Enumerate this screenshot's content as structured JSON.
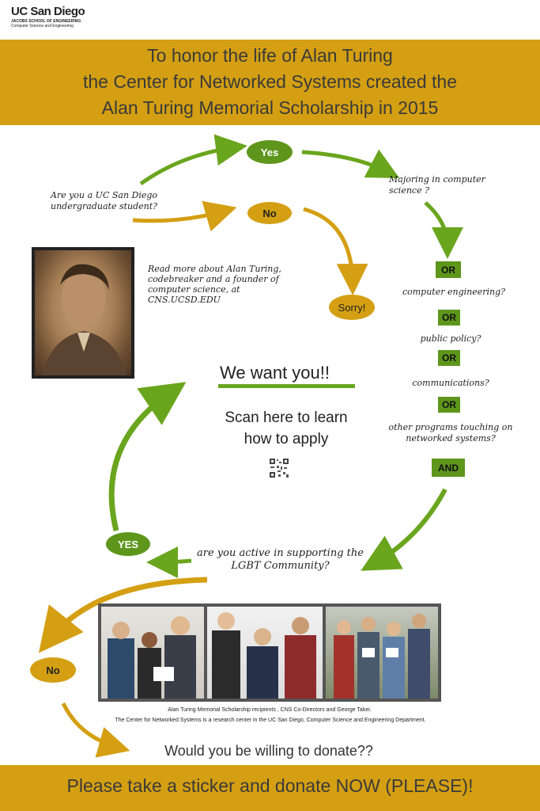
{
  "logo": {
    "name": "UC San Diego",
    "school": "JACOBS SCHOOL OF ENGINEERING",
    "department": "Computer Science and Engineering"
  },
  "header": {
    "lines": [
      "To honor the life of Alan Turing",
      "the Center for Networked Systems created the",
      "Alan Turing Memorial Scholarship in 2015"
    ]
  },
  "flow": {
    "question_ucsd": "Are you a UC San Diego undergraduate student?",
    "yes_1": "Yes",
    "no_1": "No",
    "sorry": "Sorry!",
    "majoring": "Majoring in computer science ?",
    "or_1": "OR",
    "computer_engineering": "computer engineering?",
    "or_2": "OR",
    "public_policy": "public policy?",
    "or_3": "OR",
    "communications": "communications?",
    "or_4": "OR",
    "other_programs": "other programs touching on networked systems?",
    "and": "AND",
    "lgbt_question": "are you active in supporting the LGBT Community?",
    "yes_2": "YES",
    "no_2": "No"
  },
  "turing": {
    "read_more": "Read more about Alan Turing, codebreaker and a founder of computer science, at CNS.UCSD.EDU"
  },
  "center": {
    "we_want_you": "We want you!!",
    "scan_line1": "Scan here to learn",
    "scan_line2": "how to apply"
  },
  "photos": {
    "caption1": "Alan Turing Memorial Scholarship recipients , CNS Co-Directors and George Takei.",
    "caption2": "The Center for Networked Systems is a research center in the UC San Diego, Computer Science and Engineering Department."
  },
  "footer": {
    "donate_question": "Would you be willing to donate??",
    "banner": "Please take a sticker and donate NOW (PLEASE)!"
  },
  "colors": {
    "gold": "#d49f12",
    "green": "#5e961c",
    "arrow_green": "#6aa51e",
    "arrow_gold": "#d49f12"
  }
}
